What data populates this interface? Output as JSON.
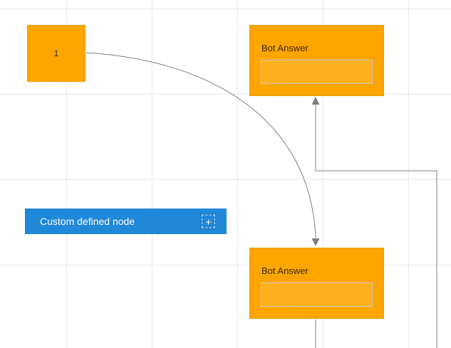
{
  "canvas": {
    "nodes": {
      "node1": {
        "label": "1"
      },
      "bot_answer_top": {
        "label": "Bot Answer"
      },
      "bot_answer_bottom": {
        "label": "Bot Answer"
      },
      "custom_node": {
        "label": "Custom defined node",
        "plus_icon": "+"
      }
    },
    "colors": {
      "node_orange": "#FFA500",
      "node_blue": "#2088D8",
      "connector_gray": "#7e7e7e",
      "grid_line": "#e9e9e9",
      "bot_label_text": "#3a2a00",
      "custom_node_text": "#ffffff"
    }
  }
}
